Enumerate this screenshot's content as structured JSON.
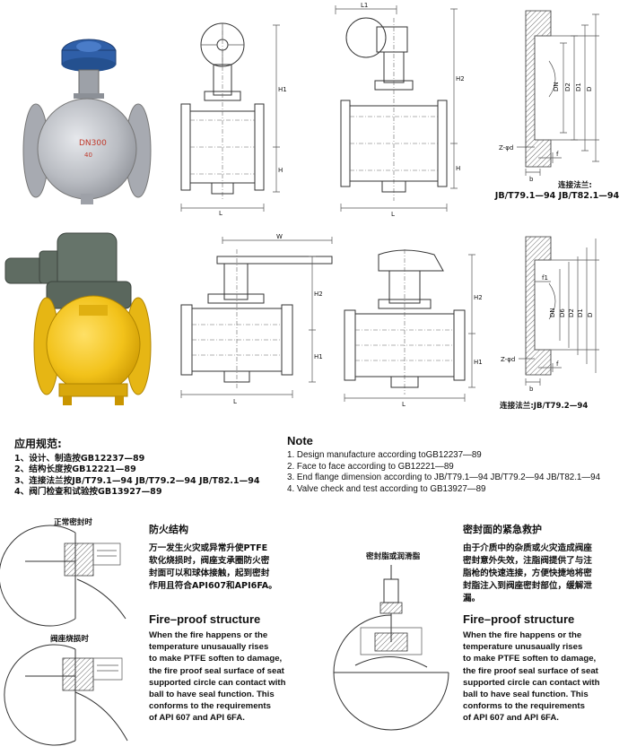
{
  "photos": {
    "top_valve_size": "DN300",
    "top_valve_rating": "40"
  },
  "dims": {
    "h1": "H1",
    "h2": "H2",
    "h": "H",
    "l": "L",
    "l1": "L1",
    "w": "W",
    "dn": "DN",
    "d2": "D2",
    "d1": "D1",
    "d": "D",
    "d6": "D6",
    "f": "f",
    "b": "b",
    "f1": "f1",
    "z_phi_d": "Z-φd"
  },
  "flange_top_caption": "连接法兰:",
  "flange_top_standard": "JB/T79.1—94  JB/T82.1—94",
  "flange_bottom_caption": "连接法兰:JB/T79.2—94",
  "spec_cn": {
    "title": "应用规范:",
    "items": [
      "1、设计、制造按GB12237—89",
      "2、结构长度按GB12221—89",
      "3、连接法兰按JB/T79.1—94  JB/T79.2—94  JB/T82.1—94",
      "4、阀门检查和试验按GB13927—89"
    ]
  },
  "note_en": {
    "title": "Note",
    "items": [
      "1. Design manufacture according toGB12237—89",
      "2. Face to face according to GB12221—89",
      "3. End flange dimension according to JB/T79.1—94   JB/T79.2—94   JB/T82.1—94",
      "4. Valve check and test according to GB13927—89"
    ]
  },
  "fireproof": {
    "label_normal": "正常密封时",
    "label_damaged": "阀座烧损时",
    "cn_title": "防火结构",
    "cn_lines": [
      "万一发生火灾或异常升使PTFE",
      "软化烧损时，阀座支承圈防火密",
      "封面可以和球体接触，起到密封",
      "作用且符合API607和API6FA。"
    ],
    "en_title": "Fire–proof structure",
    "en_lines": [
      "When the fire happens or the",
      "temperature unusaually rises",
      "to make PTFE soften to damage,",
      "the fire proof seal surface of seat",
      "supported circle can contact with",
      "ball to have seal function. This",
      "conforms to the requirements",
      "of API 607 and API 6FA."
    ]
  },
  "emergency": {
    "label_grease": "密封脂或润滑脂",
    "cn_title": "密封面的紧急救护",
    "cn_lines": [
      "由于介质中的杂质或火灾造成阀座",
      "密封意外失效，注脂阀提供了与注",
      "脂枪的快速连接，方便快捷地将密",
      "封脂注入到阀座密封部位，缓解泄",
      "漏。"
    ],
    "en_title": "Fire–proof structure",
    "en_lines": [
      "When the fire happens or the",
      "temperature unusaually rises",
      "to make PTFE soften to damage,",
      "the fire proof seal surface of seat",
      "supported circle can contact with",
      "ball to have seal function. This",
      "conforms to the requirements",
      "of API 607 and API 6FA."
    ]
  },
  "colors": {
    "valve_grey": "#b9bcc2",
    "actuator_blue": "#2f5fa8",
    "valve_yellow": "#f2c21a",
    "gearbox_grey": "#5f6c62"
  }
}
